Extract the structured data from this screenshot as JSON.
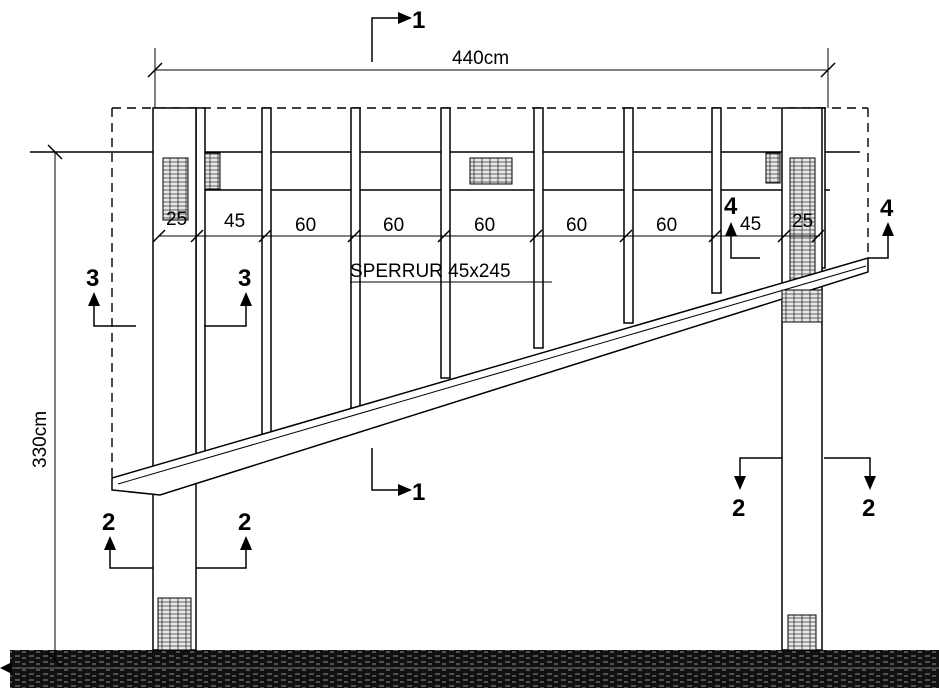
{
  "dimensions": {
    "width": "440cm",
    "height": "330cm",
    "spacings": [
      "25",
      "45",
      "60",
      "60",
      "60",
      "60",
      "60",
      "45",
      "25"
    ]
  },
  "beam_label": "SPERRUR 45x245",
  "section_markers": {
    "s1_top": "1",
    "s1_bottom": "1",
    "s3_left": "3",
    "s3_right": "3",
    "s4_left": "4",
    "s4_right": "4",
    "s2_left_a": "2",
    "s2_left_b": "2",
    "s2_right_a": "2",
    "s2_right_b": "2"
  }
}
